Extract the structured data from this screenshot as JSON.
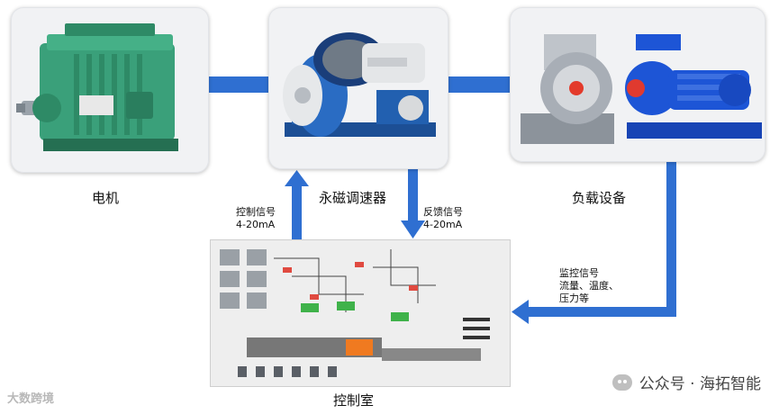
{
  "nodes": {
    "motor": "电机",
    "governor": "永磁调速器",
    "load": "负载设备",
    "control_room": "控制室"
  },
  "signals": {
    "control": {
      "line1": "控制信号",
      "line2": "4-20mA"
    },
    "feedback": {
      "line1": "反馈信号",
      "line2": "4-20mA"
    },
    "monitor": {
      "line1": "监控信号",
      "line2": "流量、温度、",
      "line3": "压力等"
    }
  },
  "watermarks": {
    "right": "公众号 · 海拓智能",
    "left": "大数跨境"
  },
  "colors": {
    "link": "#2f6fd1",
    "motor_green": "#3aa07a",
    "governor_blue": "#2260b0",
    "pump_blue": "#1d55d6",
    "fan_grey": "#a8aeb6"
  }
}
